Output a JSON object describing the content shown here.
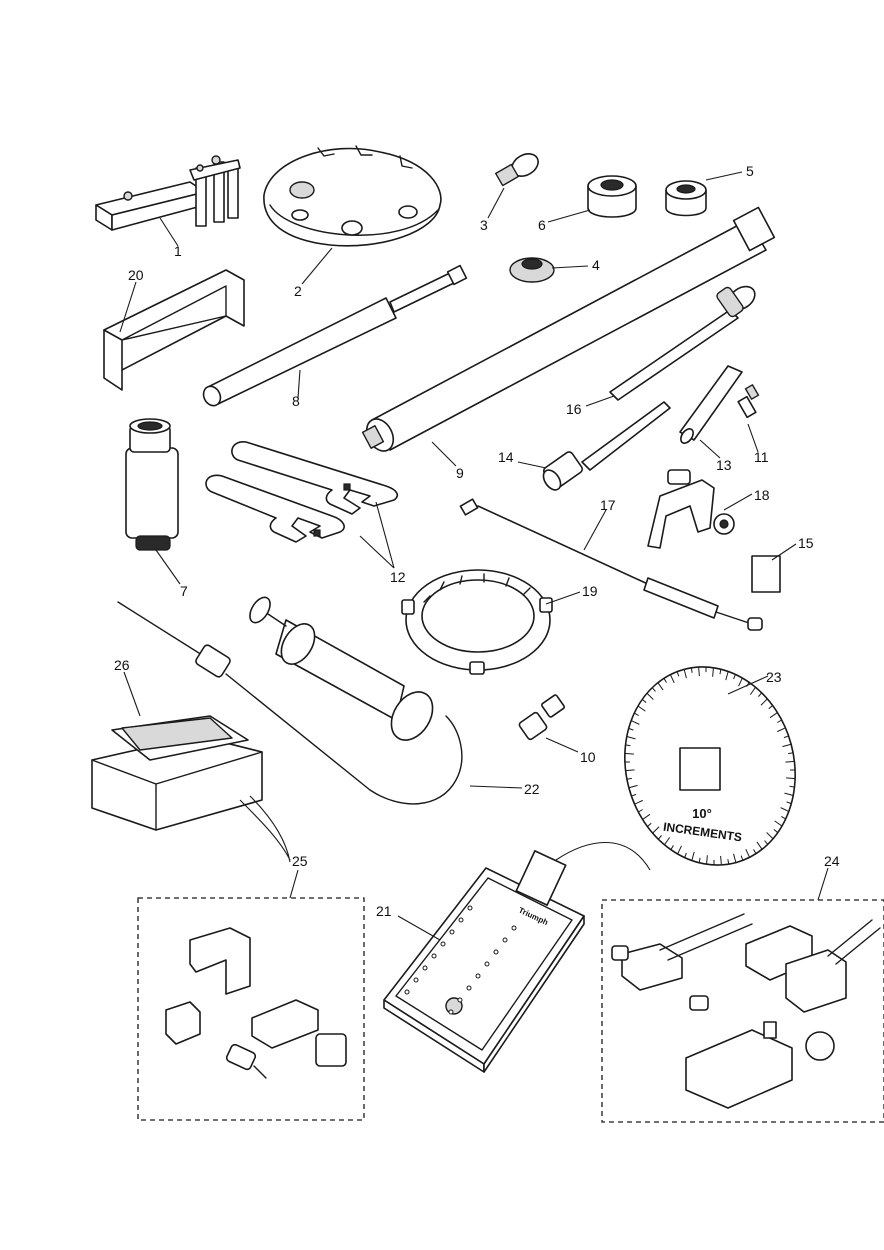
{
  "callouts": [
    {
      "id": "1",
      "label": "1"
    },
    {
      "id": "2",
      "label": "2"
    },
    {
      "id": "3",
      "label": "3"
    },
    {
      "id": "4",
      "label": "4"
    },
    {
      "id": "5",
      "label": "5"
    },
    {
      "id": "6",
      "label": "6"
    },
    {
      "id": "7",
      "label": "7"
    },
    {
      "id": "8",
      "label": "8"
    },
    {
      "id": "9",
      "label": "9"
    },
    {
      "id": "10",
      "label": "10"
    },
    {
      "id": "11",
      "label": "11"
    },
    {
      "id": "12",
      "label": "12"
    },
    {
      "id": "13",
      "label": "13"
    },
    {
      "id": "14",
      "label": "14"
    },
    {
      "id": "15",
      "label": "15"
    },
    {
      "id": "16",
      "label": "16"
    },
    {
      "id": "17",
      "label": "17"
    },
    {
      "id": "18",
      "label": "18"
    },
    {
      "id": "19",
      "label": "19"
    },
    {
      "id": "20",
      "label": "20"
    },
    {
      "id": "21",
      "label": "21"
    },
    {
      "id": "22",
      "label": "22"
    },
    {
      "id": "23",
      "label": "23"
    },
    {
      "id": "24",
      "label": "24"
    },
    {
      "id": "25",
      "label": "25"
    },
    {
      "id": "26",
      "label": "26"
    }
  ],
  "degree_disc": {
    "line1": "10°",
    "line2": "INCREMENTS"
  },
  "tester_brand": "Triumph",
  "colors": {
    "line": "#1a1a1a",
    "shade": "#d9d9d9",
    "background": "#ffffff"
  }
}
